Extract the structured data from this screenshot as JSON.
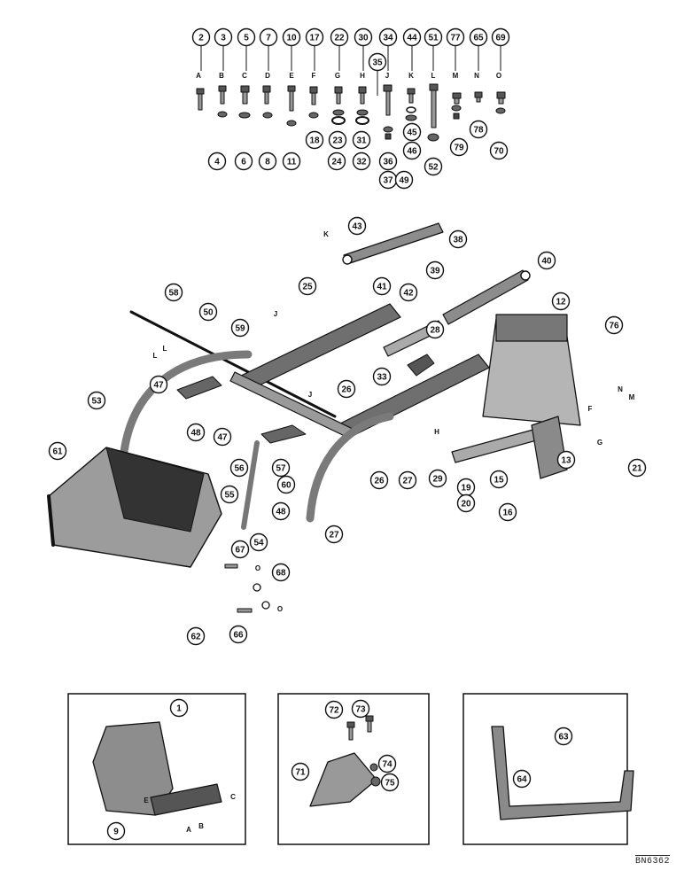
{
  "drawing_code": "BN6362",
  "hardware_row": {
    "callouts": [
      "2",
      "3",
      "5",
      "7",
      "10",
      "17",
      "22",
      "30",
      "34",
      "35",
      "44",
      "51",
      "77",
      "65",
      "69",
      "4",
      "6",
      "8",
      "11",
      "18",
      "23",
      "24",
      "31",
      "32",
      "36",
      "37",
      "49",
      "45",
      "46",
      "52",
      "79",
      "78",
      "70"
    ],
    "letters": [
      "A",
      "B",
      "C",
      "D",
      "E",
      "F",
      "G",
      "H",
      "J",
      "K",
      "L",
      "M",
      "N",
      "O"
    ]
  },
  "main_assembly": {
    "callouts": [
      "43",
      "38",
      "40",
      "39",
      "42",
      "41",
      "25",
      "58",
      "50",
      "59",
      "28",
      "12",
      "76",
      "33",
      "26",
      "53",
      "47",
      "48",
      "47",
      "57",
      "56",
      "60",
      "48",
      "26",
      "27",
      "29",
      "21",
      "13",
      "15",
      "16",
      "19",
      "20",
      "61",
      "55",
      "54",
      "27",
      "67",
      "68",
      "62",
      "66"
    ],
    "letters": [
      "K",
      "J",
      "L",
      "L",
      "J",
      "H",
      "N",
      "M",
      "F",
      "G",
      "O",
      "O"
    ]
  },
  "insets": [
    {
      "callouts": [
        "1",
        "9"
      ],
      "letters": [
        "E",
        "A",
        "B",
        "C"
      ]
    },
    {
      "callouts": [
        "72",
        "73",
        "71",
        "74",
        "75"
      ],
      "letters": []
    },
    {
      "callouts": [
        "63",
        "64"
      ],
      "letters": []
    }
  ]
}
